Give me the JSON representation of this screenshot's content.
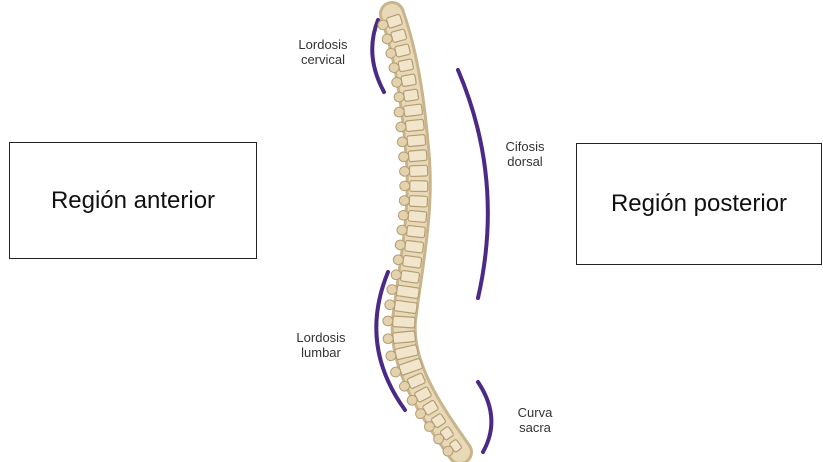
{
  "regions": {
    "anterior": "Región anterior",
    "posterior": "Región posterior"
  },
  "curves": {
    "cervical": {
      "line1": "Lordosis",
      "line2": "cervical"
    },
    "dorsal": {
      "line1": "Cifosis",
      "line2": "dorsal"
    },
    "lumbar": {
      "line1": "Lordosis",
      "line2": "lumbar"
    },
    "sacra": {
      "line1": "Curva",
      "line2": "sacra"
    }
  },
  "colors": {
    "bracket": "#4b2a86",
    "bone": "#e8d9b8",
    "bone_shadow": "#c9b48c"
  }
}
